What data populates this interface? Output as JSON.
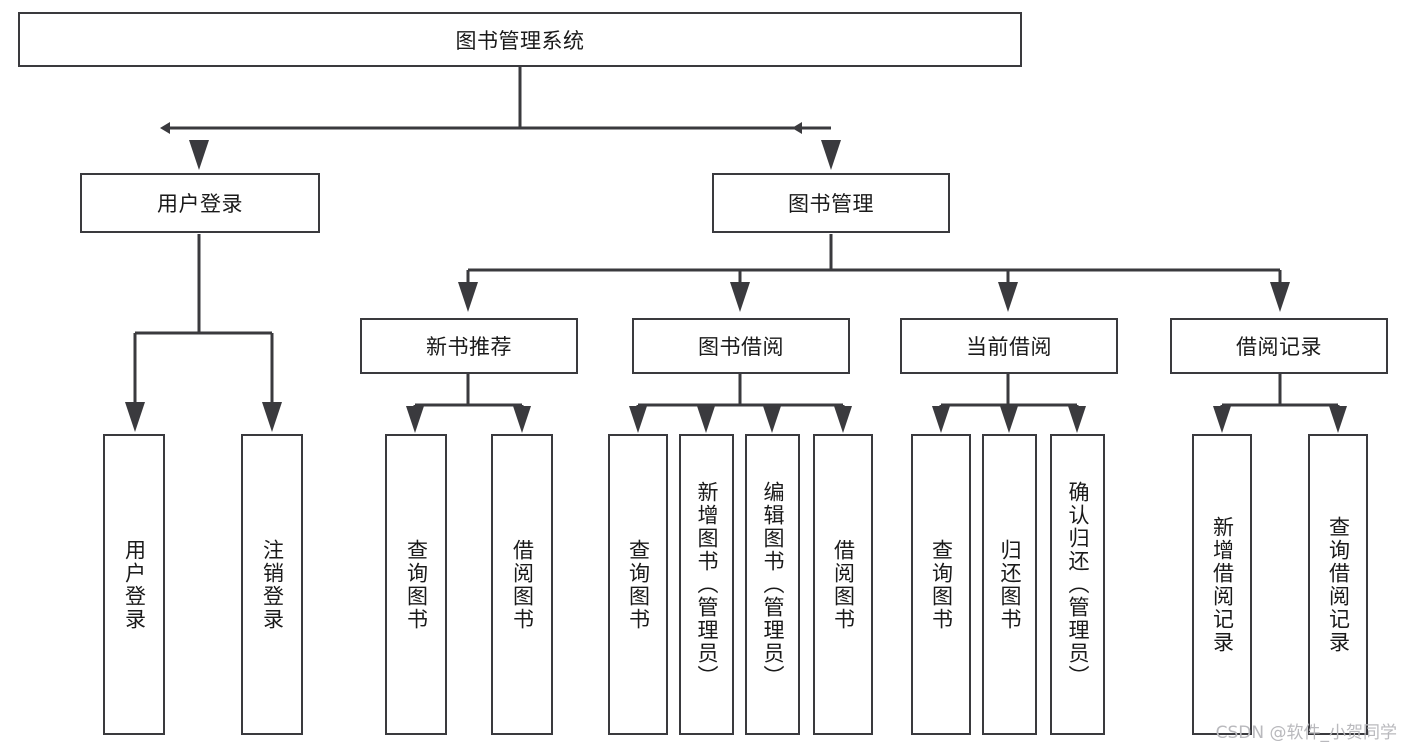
{
  "diagram": {
    "title": "图书管理系统",
    "type": "tree-hierarchy",
    "colors": {
      "line": "#3a3a3e",
      "box_border": "#3a3a3e",
      "box_fill": "#ffffff",
      "text": "#1a1a1a",
      "background": "#ffffff",
      "watermark": "#b9b9bd"
    },
    "nodes": {
      "root": {
        "label": "图书管理系统"
      },
      "level1": [
        {
          "id": "user-login",
          "label": "用户登录"
        },
        {
          "id": "book-manage",
          "label": "图书管理"
        }
      ],
      "level2": [
        {
          "id": "new-book-rec",
          "label": "新书推荐"
        },
        {
          "id": "book-borrow",
          "label": "图书借阅"
        },
        {
          "id": "current-borrow",
          "label": "当前借阅"
        },
        {
          "id": "borrow-record",
          "label": "借阅记录"
        }
      ],
      "leaves": {
        "user-login": [
          {
            "id": "leaf-user-login",
            "label": "用户登录"
          },
          {
            "id": "leaf-logout-login",
            "label": "注销登录"
          }
        ],
        "new-book-rec": [
          {
            "id": "leaf-query-book-1",
            "label": "查询图书"
          },
          {
            "id": "leaf-borrow-book-1",
            "label": "借阅图书"
          }
        ],
        "book-borrow": [
          {
            "id": "leaf-query-book-2",
            "label": "查询图书"
          },
          {
            "id": "leaf-add-book",
            "label": "新增图书（管理员）"
          },
          {
            "id": "leaf-edit-book",
            "label": "编辑图书（管理员）"
          },
          {
            "id": "leaf-borrow-book-2",
            "label": "借阅图书"
          }
        ],
        "current-borrow": [
          {
            "id": "leaf-query-book-3",
            "label": "查询图书"
          },
          {
            "id": "leaf-return-book",
            "label": "归还图书"
          },
          {
            "id": "leaf-confirm-return",
            "label": "确认归还（管理员）"
          }
        ],
        "borrow-record": [
          {
            "id": "leaf-add-record",
            "label": "新增借阅记录"
          },
          {
            "id": "leaf-query-record",
            "label": "查询借阅记录"
          }
        ]
      }
    },
    "watermark": "CSDN @软件_小贺同学"
  }
}
